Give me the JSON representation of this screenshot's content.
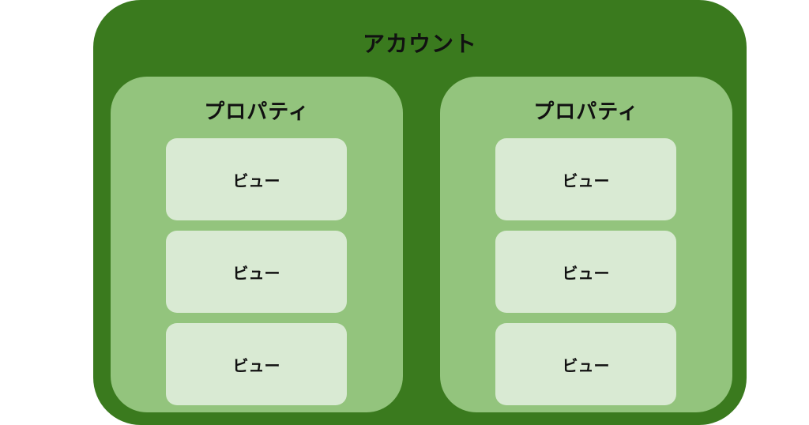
{
  "colors": {
    "account_fill": "#3a7a1e",
    "property_fill": "#93c47d",
    "view_fill": "#d9ead3",
    "text": "#111111"
  },
  "account": {
    "label": "アカウント",
    "properties": [
      {
        "label": "プロパティ",
        "views": [
          {
            "label": "ビュー"
          },
          {
            "label": "ビュー"
          },
          {
            "label": "ビュー"
          }
        ]
      },
      {
        "label": "プロパティ",
        "views": [
          {
            "label": "ビュー"
          },
          {
            "label": "ビュー"
          },
          {
            "label": "ビュー"
          }
        ]
      }
    ]
  }
}
